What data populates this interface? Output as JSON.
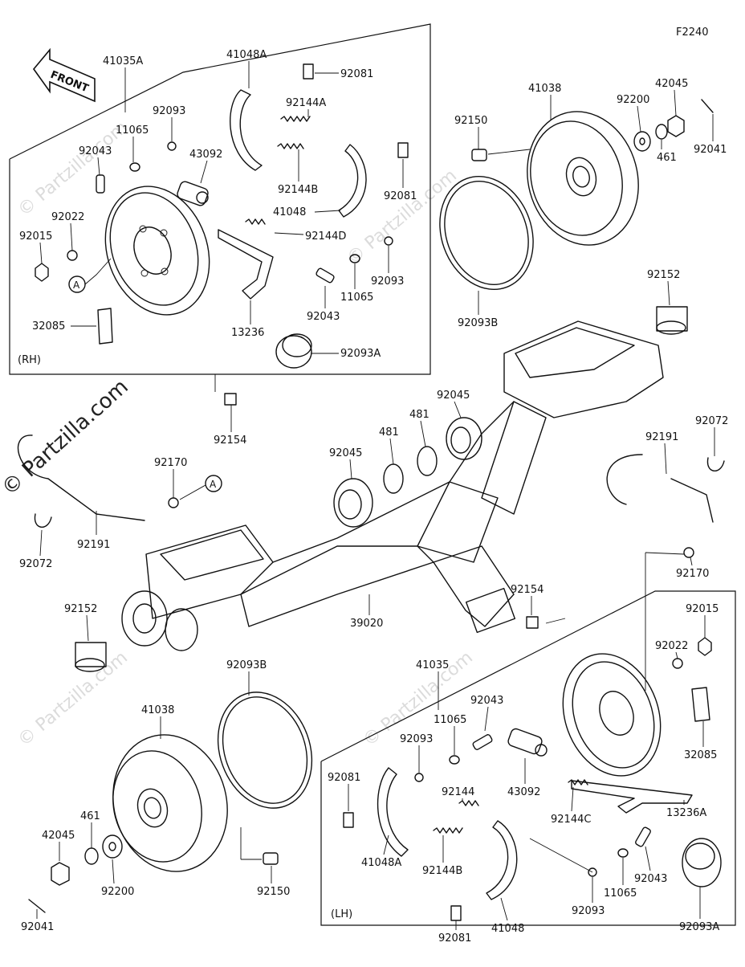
{
  "figure_code": "F2240",
  "front_arrow_label": "FRONT",
  "watermark_text": "© Partzilla.com",
  "watermark_faint": "© Partzilla.com",
  "group_rh_label": "(RH)",
  "group_lh_label": "(LH)",
  "ref_marker": "A",
  "labels": {
    "rh_41035A": "41035A",
    "rh_41048A": "41048A",
    "rh_92081a": "92081",
    "rh_92093a": "92093",
    "rh_92144A": "92144A",
    "rh_11065a": "11065",
    "rh_92043a": "92043",
    "rh_43092": "43092",
    "rh_92022": "92022",
    "rh_92015": "92015",
    "rh_92144B": "92144B",
    "rh_92081b": "92081",
    "rh_41048": "41048",
    "rh_92144D": "92144D",
    "rh_92093b": "92093",
    "rh_11065b": "11065",
    "rh_92043b": "92043",
    "rh_13236": "13236",
    "rh_32085": "32085",
    "rh_92093A": "92093A",
    "top_92150": "92150",
    "top_41038": "41038",
    "top_92200": "92200",
    "top_42045": "42045",
    "top_461": "461",
    "top_92041": "92041",
    "top_92093B": "92093B",
    "mid_92152a": "92152",
    "mid_92154a": "92154",
    "mid_92045a": "92045",
    "mid_481a": "481",
    "mid_92045b": "92045",
    "mid_481b": "481",
    "mid_92072a": "92072",
    "mid_92191a": "92191",
    "mid_92170a": "92170",
    "mid_92072b": "92072",
    "mid_92191b": "92191",
    "mid_92170b": "92170",
    "mid_92152b": "92152",
    "mid_39020": "39020",
    "mid_92154b": "92154",
    "lh_92015": "92015",
    "lh_92022": "92022",
    "lh_41035": "41035",
    "lh_92043a": "92043",
    "lh_11065a": "11065",
    "lh_92093a": "92093",
    "lh_92081a": "92081",
    "lh_43092": "43092",
    "lh_92144": "92144",
    "lh_32085": "32085",
    "lh_13236A": "13236A",
    "lh_92144C": "92144C",
    "lh_41048A": "41048A",
    "lh_92144B": "92144B",
    "lh_92043b": "92043",
    "lh_11065b": "11065",
    "lh_92093b": "92093",
    "lh_41048": "41048",
    "lh_92081b": "92081",
    "lh_92093A": "92093A",
    "bot_92093B": "92093B",
    "bot_41038": "41038",
    "bot_461": "461",
    "bot_42045": "42045",
    "bot_92200": "92200",
    "bot_92150": "92150",
    "bot_92041": "92041"
  }
}
